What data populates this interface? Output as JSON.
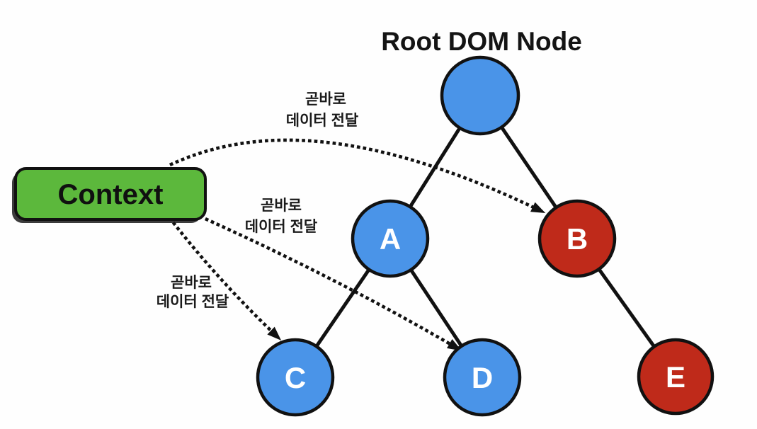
{
  "title": "Root DOM Node",
  "context": {
    "label": "Context"
  },
  "colors": {
    "background": "#fefefe",
    "context_green": "#5cb83c",
    "node_blue": "#4a94e8",
    "node_red": "#bf2a1a",
    "line_black": "#111111",
    "node_letter_white": "#ffffff",
    "text_black": "#141414"
  },
  "nodes": {
    "root": {
      "label": "",
      "color": "blue",
      "caption": "Root DOM Node"
    },
    "a": {
      "label": "A",
      "color": "blue"
    },
    "b": {
      "label": "B",
      "color": "red"
    },
    "c": {
      "label": "C",
      "color": "blue"
    },
    "d": {
      "label": "D",
      "color": "blue"
    },
    "e": {
      "label": "E",
      "color": "red"
    }
  },
  "tree_edges": [
    {
      "from": "root",
      "to": "A"
    },
    {
      "from": "root",
      "to": "B"
    },
    {
      "from": "A",
      "to": "C"
    },
    {
      "from": "A",
      "to": "D"
    },
    {
      "from": "B",
      "to": "E"
    }
  ],
  "context_arrows": [
    {
      "from": "Context",
      "target": "B",
      "style": "dotted",
      "label_lines": [
        "곧바로",
        "데이터 전달"
      ]
    },
    {
      "from": "Context",
      "target": "D",
      "style": "dotted",
      "label_lines": [
        "곧바로",
        "데이터 전달"
      ]
    },
    {
      "from": "Context",
      "target": "C",
      "style": "dotted",
      "label_lines": [
        "곧바로",
        "데이터 전달"
      ]
    }
  ]
}
